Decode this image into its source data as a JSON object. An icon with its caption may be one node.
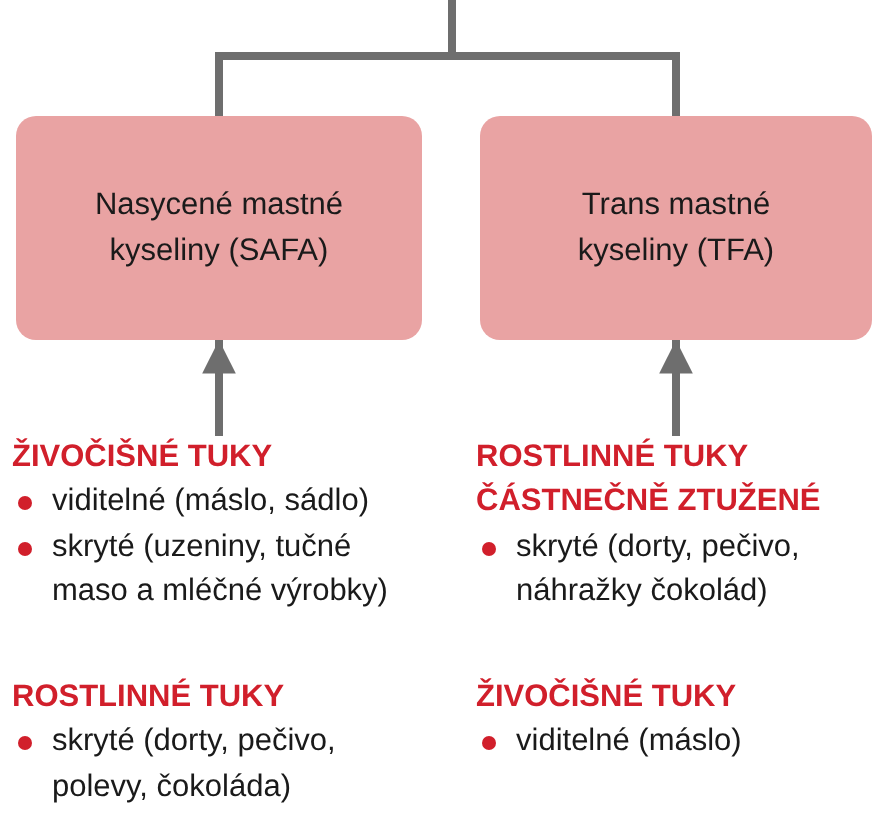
{
  "diagram": {
    "nodes": [
      {
        "text": [
          "Nasycené mastné kyseliny (SAFA)"
        ]
      },
      {
        "text": [
          "Trans mastné kyseliny (TFA)"
        ]
      },
      {
        "text": [
          "ŽIVOČIŠNÉ TUKY",
          "viditelné (máslo, sádlo)",
          "skryté (uzeniny, tučné maso a mléčné výrobky)"
        ]
      },
      {
        "text": [
          "ROSTLINNÉ TUKY ČÁSTNEČNĚ ZTUŽENÉ",
          "skryté (dorty, pečivo, náhražky čokolád)"
        ]
      },
      {
        "text": [
          "ROSTLINNÉ TUKY",
          "skryté (dorty, pečivo, polevy, čokoláda)"
        ]
      },
      {
        "text": [
          "ŽIVOČIŠNÉ TUKY",
          "viditelné (máslo)"
        ]
      }
    ],
    "edges": [
      {
        "from": null,
        "to": 0,
        "arrow": "none"
      },
      {
        "from": null,
        "to": 1,
        "arrow": "none"
      },
      {
        "from": 2,
        "to": 0,
        "arrow": "to"
      },
      {
        "from": 3,
        "to": 1,
        "arrow": "to"
      }
    ]
  }
}
